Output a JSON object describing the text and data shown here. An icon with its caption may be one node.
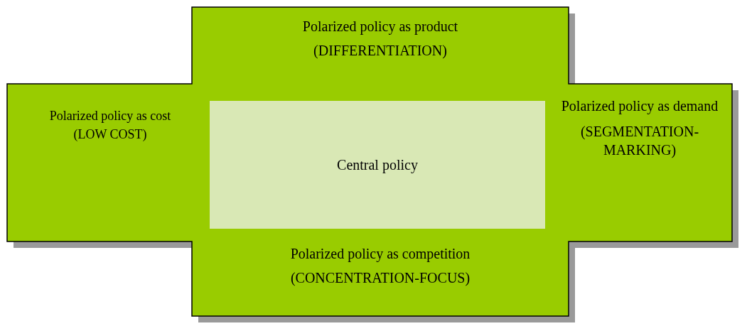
{
  "diagram": {
    "nodes": [
      {
        "text": [
          "Polarized policy as product",
          "(DIFFERENTIATION)"
        ]
      },
      {
        "text": [
          "Polarized policy as cost",
          "(LOW COST)"
        ]
      },
      {
        "text": [
          "Central policy"
        ]
      },
      {
        "text": [
          "Polarized policy as demand",
          "(SEGMENTATION-MARKING)"
        ]
      },
      {
        "text": [
          "Polarized policy as competition",
          "(CONCENTRATION-FOCUS)"
        ]
      }
    ]
  }
}
